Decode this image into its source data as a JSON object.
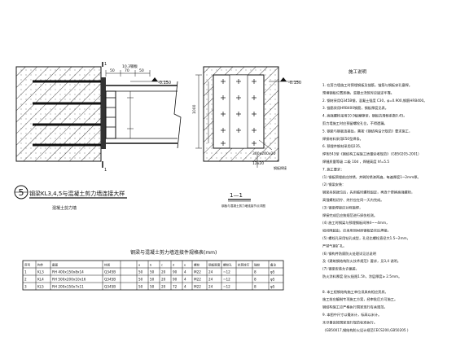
{
  "detail_a": {
    "number": "5",
    "title": "钢梁KL3,4,5与混凝土剪力墙连接大样",
    "subtitle": "混凝土剪力墙",
    "level_mark": "-0.150",
    "dim_1": "50",
    "dim_2": "70",
    "dim_3": "50",
    "label_top": "10.3钢板",
    "section_mark": "1"
  },
  "detail_b": {
    "title": "1—1",
    "level_mark": "-0.150",
    "dim_height": "1000",
    "dim_plate": "300x200x20",
    "dim_weld": "12x20",
    "note_weld": "钢板焊接",
    "note_bottom": "钢板与混凝土剪力墙连接节点详图"
  },
  "table": {
    "title": "钢梁与混凝土剪力墙连接件规格表(mm)",
    "headers": [
      "序号",
      "构件",
      "截面",
      "材质",
      "",
      "a",
      "b",
      "c",
      "d",
      "e",
      "螺栓",
      "钢板厚度",
      "螺栓孔",
      "抗剪栓钉",
      "锚栓",
      "备注"
    ],
    "rows": [
      [
        "1",
        "KL3",
        "RH 400x150x8x14",
        "Q345B",
        "",
        "50",
        "50",
        "20",
        "90",
        "4",
        "M22",
        "24",
        "~12",
        "",
        "8",
        "φ5"
      ],
      [
        "2",
        "KL4",
        "RH 500x200x10x16",
        "Q345B",
        "",
        "50",
        "50",
        "20",
        "90",
        "4",
        "M22",
        "24",
        "~12",
        "",
        "8",
        "φ5"
      ],
      [
        "3",
        "KL5",
        "RH 200x150x7x11",
        "Q345B",
        "",
        "50",
        "50",
        "20",
        "72",
        "4",
        "M22",
        "24",
        "~12",
        "",
        "8",
        "φ5"
      ]
    ]
  },
  "notes": {
    "heading": "施工说明",
    "lines": [
      "1. 在剪力墙施工时预埋钢板及锚筋，锚筋与钢板穿孔塞焊。",
      "   预埋钢板位置准确，混凝土浇筑时应固定牢靠。",
      "2. 钢材采用Q345B钢，混凝土强度 C30，φ=0.900,钢筋HRB400。",
      "3. 锚筋采用HRB400钢筋，钢板厚度见表。",
      "4. 高强螺栓采用10.9级摩擦型，钢板抗滑移系数0.45。",
      "   剪力墙施工时应预留螺栓孔位，不得遗漏。",
      "5. 钢梁与钢板连接处，需按《钢结构设计规范》要求施工，",
      "   焊接材料采用E50型焊条。",
      "6. 预埋件钢材采用Q235,",
      "   焊条E43型《钢结构工程施工质量验收规范》（GB50205-2001）",
      "   焊缝质量等级 二级 10d  ，焊缝高度 hf=5.5",
      "7. 施工要求：",
      "  (1) 钢板预埋前应除锈，并刷防锈漆两遍，每遍厚度1~2mm厚。",
      "  (2) 钢梁安装：",
      "      钢梁吊装就位后，先用临时螺栓固定，再逐个更换高强螺栓，",
      "      高强螺栓初拧、终拧应在同一天内完成。",
      "  (3) 钢梁焊接应对称施焊，",
      "      焊接完成后应按规范进行探伤检测。",
      "  (4) 施工时钢梁与预埋钢板间隙4~~4mm，",
      "      如间隙超出，应采用同材质钢板垫实后焊接。",
      "  (5) 螺栓孔采用钻孔成型，孔径比螺栓直径大1.5~2mm，",
      "      严禁气割扩孔。",
      "  (6) 钢构件防腐防火处理详见总说明",
      "      及《建筑钢结构防火技术规范》要求，见3,4 说明。",
      "  (7) 钢梁安装允许偏差，",
      "      防火涂料厚度 耐火极限1.5h，涂层厚度≥ 2.5mm。",
      "",
      "8. 本工程钢结构施工单位须具有相应资质。",
      "   施工前应编制专项施工方案，经审批后方可施工。",
      "   钢结构施工应严格执行国家现行有关规范。",
      "9. 本图中尺寸以毫米计，标高以米计。",
      "   未尽事宜按国家现行规范标准执行。",
      "   （GB50017,钢结构防火设计规范CECS200,GB50205 )"
    ]
  }
}
